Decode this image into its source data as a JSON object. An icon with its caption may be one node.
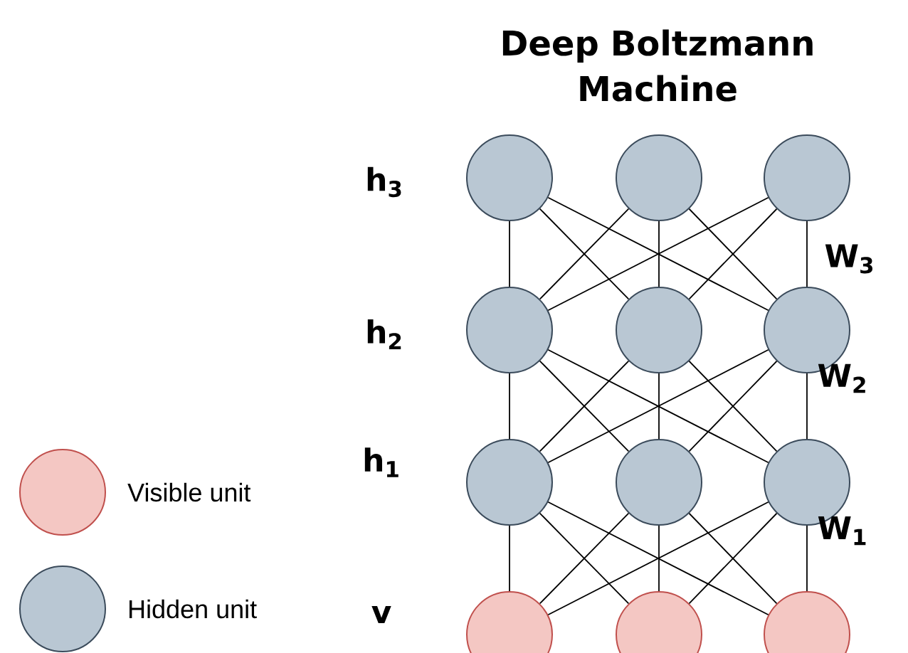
{
  "diagram": {
    "title": "Deep Boltzmann Machine",
    "nodes": [
      {
        "text": [],
        "shape": "circle"
      },
      {
        "text": [],
        "shape": "circle"
      },
      {
        "text": [],
        "shape": "circle"
      },
      {
        "text": [],
        "shape": "circle"
      },
      {
        "text": [],
        "shape": "circle"
      },
      {
        "text": [],
        "shape": "circle"
      },
      {
        "text": [],
        "shape": "circle"
      },
      {
        "text": [],
        "shape": "circle"
      },
      {
        "text": [],
        "shape": "circle"
      },
      {
        "text": [],
        "shape": "circle"
      },
      {
        "text": [],
        "shape": "circle"
      },
      {
        "text": [],
        "shape": "circle"
      }
    ],
    "edges": [
      {
        "from": 0,
        "to": 3,
        "arrow": "none"
      },
      {
        "from": 0,
        "to": 4,
        "arrow": "none"
      },
      {
        "from": 0,
        "to": 5,
        "arrow": "none"
      },
      {
        "from": 1,
        "to": 3,
        "arrow": "none"
      },
      {
        "from": 1,
        "to": 4,
        "arrow": "none"
      },
      {
        "from": 1,
        "to": 5,
        "arrow": "none"
      },
      {
        "from": 2,
        "to": 3,
        "arrow": "none"
      },
      {
        "from": 2,
        "to": 4,
        "arrow": "none"
      },
      {
        "from": 2,
        "to": 5,
        "arrow": "none"
      },
      {
        "from": 3,
        "to": 6,
        "arrow": "none"
      },
      {
        "from": 3,
        "to": 7,
        "arrow": "none"
      },
      {
        "from": 3,
        "to": 8,
        "arrow": "none"
      },
      {
        "from": 4,
        "to": 6,
        "arrow": "none"
      },
      {
        "from": 4,
        "to": 7,
        "arrow": "none"
      },
      {
        "from": 4,
        "to": 8,
        "arrow": "none"
      },
      {
        "from": 5,
        "to": 6,
        "arrow": "none"
      },
      {
        "from": 5,
        "to": 7,
        "arrow": "none"
      },
      {
        "from": 5,
        "to": 8,
        "arrow": "none"
      },
      {
        "from": 6,
        "to": 9,
        "arrow": "none"
      },
      {
        "from": 6,
        "to": 10,
        "arrow": "none"
      },
      {
        "from": 6,
        "to": 11,
        "arrow": "none"
      },
      {
        "from": 7,
        "to": 9,
        "arrow": "none"
      },
      {
        "from": 7,
        "to": 10,
        "arrow": "none"
      },
      {
        "from": 7,
        "to": 11,
        "arrow": "none"
      },
      {
        "from": 8,
        "to": 9,
        "arrow": "none"
      },
      {
        "from": 8,
        "to": 10,
        "arrow": "none"
      },
      {
        "from": 8,
        "to": 11,
        "arrow": "none"
      }
    ],
    "labels": [
      "h$_{3}$",
      "W$_{3}$",
      "h$_{2}$",
      "W$_{2}$",
      "h$_{1}$",
      "W$_{1}$",
      "v"
    ],
    "legend": [
      {
        "text": "Visible unit",
        "color": "#f4c7c3"
      },
      {
        "text": "Hidden unit",
        "color": "#b9c7d3"
      }
    ]
  }
}
